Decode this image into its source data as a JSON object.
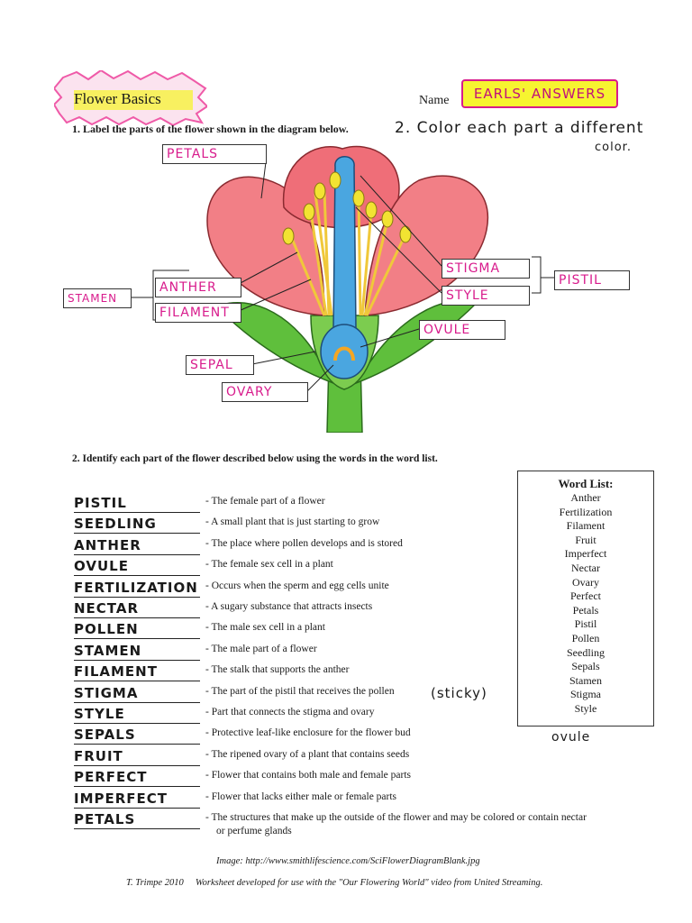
{
  "header": {
    "title": "Flower Basics",
    "name_label": "Name",
    "name_value": "EARLS' ANSWERS"
  },
  "section1": {
    "instruction": "1. Label the parts of the flower shown in the diagram below.",
    "instruction2": "2. Color each part a different",
    "instruction2_cont": "color."
  },
  "diagram": {
    "labels": {
      "petals": "PETALS",
      "anther": "ANTHER",
      "filament": "FILAMENT",
      "stamen": "STAMEN",
      "stigma": "STIGMA",
      "style": "STYLE",
      "pistil": "PISTIL",
      "ovule": "OVULE",
      "sepal": "SEPAL",
      "ovary": "OVARY"
    },
    "colors": {
      "petal": "#f27f86",
      "stem": "#5fbf3c",
      "style": "#4aa6e0",
      "anther": "#f2e332",
      "filament": "#f0c83a",
      "label_ink": "#d81b8c"
    }
  },
  "section2": {
    "instruction": "2.  Identify each part of the flower described below using the words in the word list.",
    "rows": [
      {
        "answer": "PISTIL",
        "definition": "- The female part of a flower"
      },
      {
        "answer": "SEEDLING",
        "definition": "- A small plant that is just starting to grow"
      },
      {
        "answer": "ANTHER",
        "definition": "- The place where pollen develops and is stored"
      },
      {
        "answer": "OVULE",
        "definition": "- The female sex cell in a plant"
      },
      {
        "answer": "FERTILIZATION",
        "definition": "- Occurs when the sperm and egg cells unite"
      },
      {
        "answer": "NECTAR",
        "definition": "- A sugary substance that attracts insects"
      },
      {
        "answer": "POLLEN",
        "definition": "- The male sex cell in a plant"
      },
      {
        "answer": "STAMEN",
        "definition": "- The male part of a flower"
      },
      {
        "answer": "FILAMENT",
        "definition": "- The stalk that supports the anther"
      },
      {
        "answer": "STIGMA",
        "definition": "- The part of the pistil that receives the pollen"
      },
      {
        "answer": "STYLE",
        "definition": "- Part that connects the stigma and ovary"
      },
      {
        "answer": "SEPALS",
        "definition": "- Protective leaf-like enclosure for the flower bud"
      },
      {
        "answer": "FRUIT",
        "definition": "- The ripened ovary of a plant that contains seeds"
      },
      {
        "answer": "PERFECT",
        "definition": "- Flower that contains both male and female parts"
      },
      {
        "answer": "IMPERFECT",
        "definition": "- Flower that lacks either male or female parts"
      },
      {
        "answer": "PETALS",
        "definition": "- The structures that make up the outside of the flower and may be colored or contain nectar"
      }
    ],
    "last_definition_cont": "or perfume glands",
    "sticky_note": "(sticky)",
    "extra_word": "ovule"
  },
  "word_list": {
    "title": "Word List:",
    "items": [
      "Anther",
      "Fertilization",
      "Filament",
      "Fruit",
      "Imperfect",
      "Nectar",
      "Ovary",
      "Perfect",
      "Petals",
      "Pistil",
      "Pollen",
      "Seedling",
      "Sepals",
      "Stamen",
      "Stigma",
      "Style"
    ]
  },
  "footer": {
    "credit": "Image: http://www.smithlifescience.com/SciFlowerDiagramBlank.jpg",
    "author": "T. Trimpe 2010",
    "developed": "Worksheet developed for use with the \"Our Flowering World\" video from United Streaming."
  }
}
